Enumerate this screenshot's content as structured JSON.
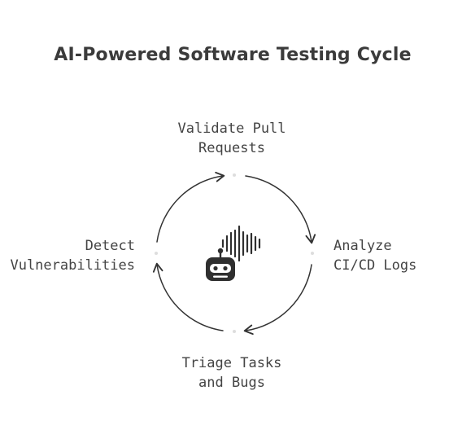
{
  "title": "AI-Powered Software Testing Cycle",
  "steps": [
    {
      "id": "top",
      "line1": "Validate Pull",
      "line2": "Requests"
    },
    {
      "id": "right",
      "line1": "Analyze",
      "line2": "CI/CD Logs"
    },
    {
      "id": "bottom",
      "line1": "Triage Tasks",
      "line2": "and Bugs"
    },
    {
      "id": "left",
      "line1": "Detect",
      "line2": "Vulnerabilities"
    }
  ],
  "center_icon": "robot-with-sound-wave-icon",
  "colors": {
    "stroke": "#333333",
    "text": "#444444",
    "icon": "#2f2f2f"
  }
}
